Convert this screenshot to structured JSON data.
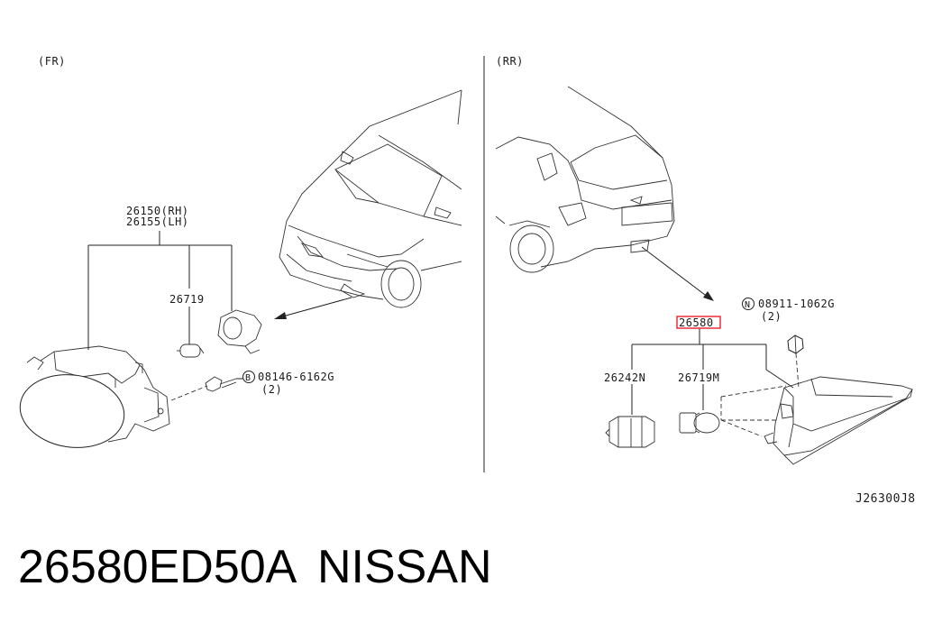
{
  "sections": {
    "front_label": "(FR)",
    "rear_label": "(RR)"
  },
  "front": {
    "part_main_rh": "26150(RH)",
    "part_main_lh": "26155(LH)",
    "part_bulb": "26719",
    "bolt_prefix": "B",
    "bolt_part": "08146-6162G",
    "bolt_qty": "(2)"
  },
  "rear": {
    "part_main": "26580",
    "part_socket": "26242N",
    "part_bulb": "26719M",
    "nut_prefix": "N",
    "nut_part": "08911-1062G",
    "nut_qty": "(2)"
  },
  "diagram_code": "J26300J8",
  "footer": {
    "part_number": "26580ED50A",
    "brand": "NISSAN"
  },
  "colors": {
    "highlight": "#e8202a",
    "line": "#222222"
  }
}
